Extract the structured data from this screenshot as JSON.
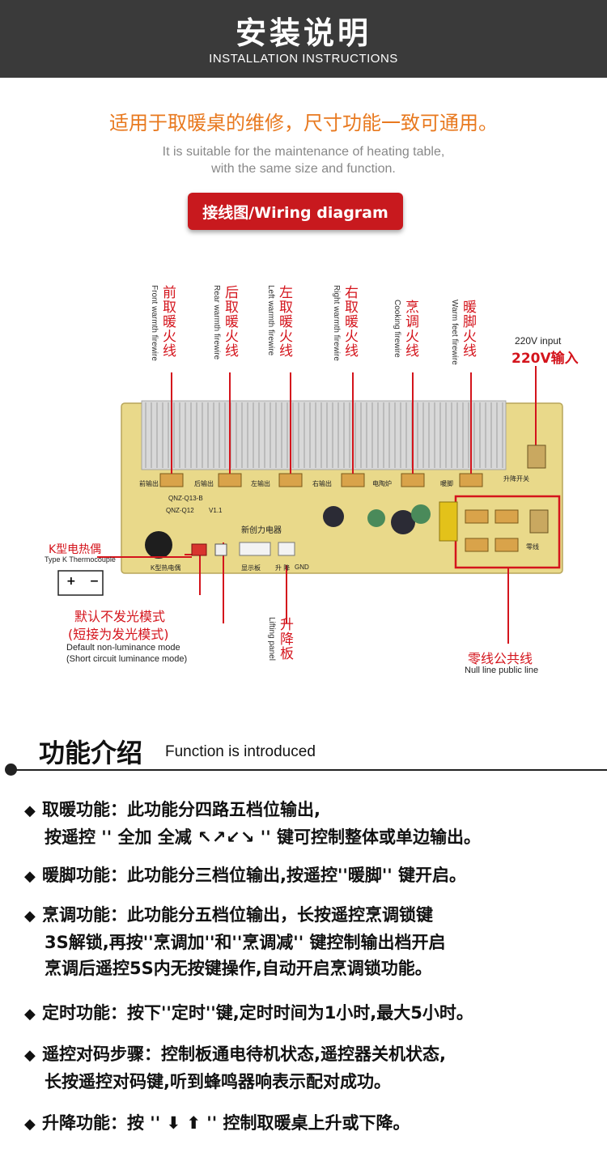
{
  "header": {
    "title": "安装说明",
    "subtitle": "INSTALLATION INSTRUCTIONS"
  },
  "intro": {
    "cn": "适用于取暖桌的维修，尺寸功能一致可通用。",
    "en_line1": "It is suitable for the maintenance of heating table,",
    "en_line2": "with the same size and function."
  },
  "wiring_button": "接线图/Wiring diagram",
  "diagram": {
    "top_labels": [
      {
        "cn": "前取暖火线",
        "en": "Front warmth firewire"
      },
      {
        "cn": "后取暖火线",
        "en": "Rear warmth firewire"
      },
      {
        "cn": "左取暖火线",
        "en": "Left warmth firewire"
      },
      {
        "cn": "右取暖火线",
        "en": "Right warmth firewire"
      },
      {
        "cn": "烹调火线",
        "en": "Cooking firewire"
      },
      {
        "cn": "暖脚火线",
        "en": "Warm feet firewire"
      }
    ],
    "input_en": "220V input",
    "input_cn": "220V输入",
    "thermo_cn": "K型电热偶",
    "thermo_en": "Type K Thermocouple",
    "plus_minus": "+ −",
    "default_cn1": "默认不发光模式",
    "default_cn2": "(短接为发光模式)",
    "default_en1": "Default non-luminance mode",
    "default_en2": "(Short circuit luminance mode)",
    "lift_cn": "升降板",
    "lift_en": "Lifting panel",
    "null_cn": "零线公共线",
    "null_en": "Null line public line",
    "board": {
      "out_front": "前输出",
      "out_rear": "后输出",
      "out_left": "左输出",
      "out_right": "右输出",
      "out_cook": "电陶炉",
      "out_feet": "暖脚",
      "lift_switch": "升降开关",
      "neutral": "零线",
      "model1": "QNZ-Q13-B",
      "model2": "QNZ-Q12",
      "version": "V1.1",
      "brand": "新创力电器",
      "display": "显示板",
      "lift": "升 降",
      "gnd": "GND",
      "kthermo": "K型热电偶"
    }
  },
  "functions": {
    "title": "功能介绍",
    "title_en": "Function is introduced",
    "items": [
      {
        "line1": "取暖功能：此功能分四路五档位输出,",
        "line2": "按遥控 '' 全加 全减 ↖↗↙↘ '' 键可控制整体或单边输出。"
      },
      {
        "line1": "暖脚功能：此功能分三档位输出,按遥控''暖脚'' 键开启。"
      },
      {
        "line1": "烹调功能：此功能分五档位输出，长按遥控烹调锁键",
        "line2": "3S解锁,再按''烹调加''和''烹调减'' 键控制输出档开启",
        "line3": "烹调后遥控5S内无按键操作,自动开启烹调锁功能。"
      },
      {
        "line1": "定时功能：按下''定时''键,定时时间为1小时,最大5小时。"
      },
      {
        "line1": "遥控对码步骤：控制板通电待机状态,遥控器关机状态,",
        "line2": "长按遥控对码键,听到蜂鸣器响表示配对成功。"
      },
      {
        "line1": "升降功能：按 '' ⬇ ⬆ '' 控制取暖桌上升或下降。"
      }
    ]
  },
  "colors": {
    "header_bg": "#3a3a3a",
    "accent_orange": "#e8791f",
    "accent_red": "#d4141c",
    "button_red": "#c8191e",
    "board_yellow": "#e9d98a"
  }
}
